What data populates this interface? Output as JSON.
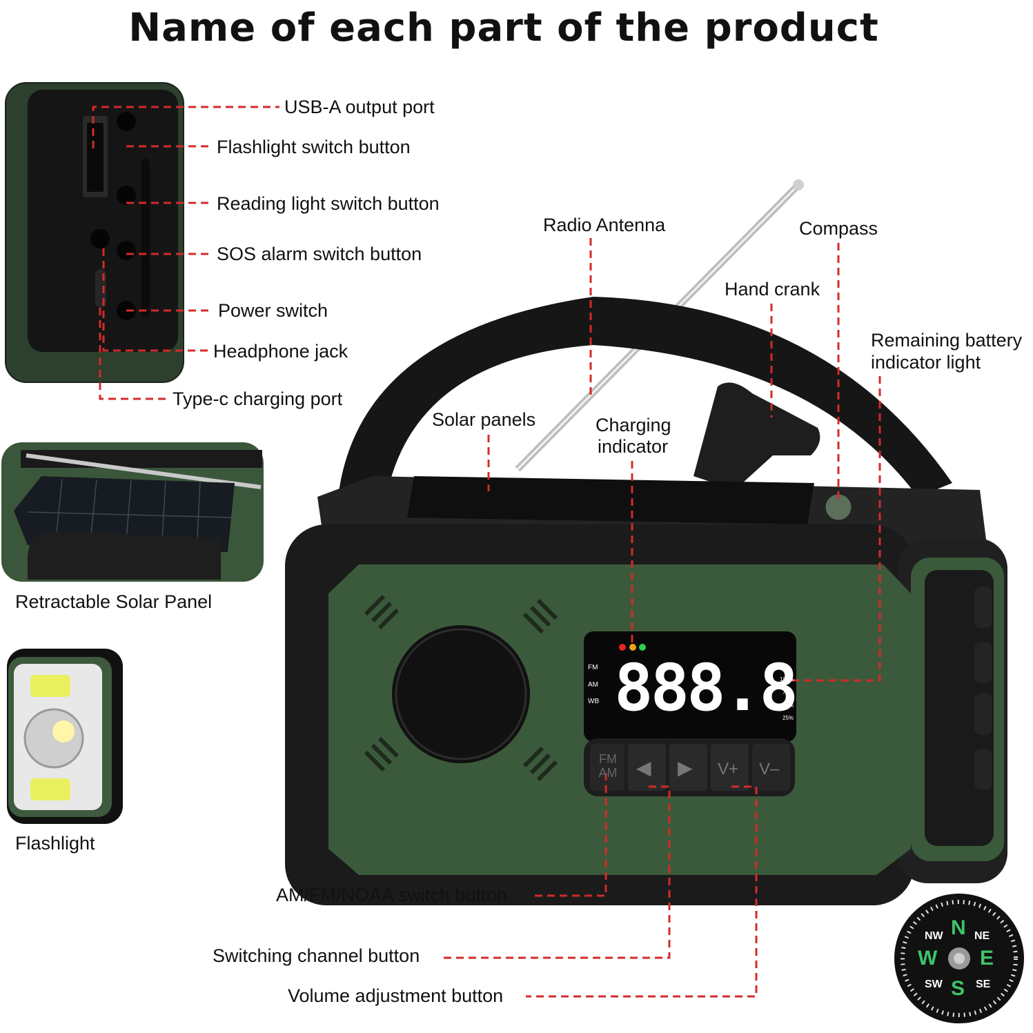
{
  "title": "Name of each part of the product",
  "side_panel_labels": [
    "USB-A output port",
    "Flashlight switch button",
    "Reading light switch button",
    "SOS alarm switch button",
    "Power switch",
    "Headphone jack",
    "Type-c charging port"
  ],
  "inset_captions": {
    "solar": "Retractable Solar Panel",
    "flashlight": "Flashlight"
  },
  "top_labels": {
    "radio_antenna": "Radio Antenna",
    "compass": "Compass",
    "hand_crank": "Hand crank",
    "battery_indicator_line1": "Remaining battery",
    "battery_indicator_line2": "indicator light",
    "solar_panels": "Solar panels",
    "charging_indicator_line1": "Charging",
    "charging_indicator_line2": "indicator"
  },
  "bottom_labels": {
    "band_switch": "AM/FM/NOAA switch button",
    "channel": "Switching channel button",
    "volume": "Volume adjustment button"
  },
  "display": {
    "digits": "888.8",
    "bands": [
      "FM",
      "AM",
      "WB"
    ],
    "battery_levels": [
      "100%",
      "75%",
      "50%",
      "25%"
    ]
  },
  "buttons": {
    "band": "FM AM",
    "prev": "◀",
    "next": "▶",
    "vol_up": "V+",
    "vol_down": "V–"
  },
  "compass_letters": {
    "n": "N",
    "s": "S",
    "e": "E",
    "w": "W",
    "ne": "NE",
    "nw": "NW",
    "se": "SE",
    "sw": "SW"
  },
  "colors": {
    "leader": "#d42a2a",
    "body_green": "#3a5a3a",
    "body_black": "#1a1a1a"
  }
}
